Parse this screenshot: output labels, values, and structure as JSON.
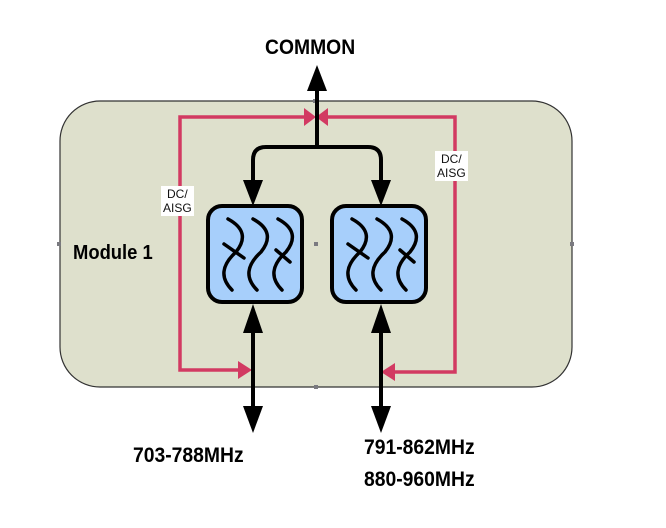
{
  "diagram": {
    "title_port": "COMMON",
    "module_label": "Module 1",
    "colors": {
      "module_fill": "#dee0cc",
      "module_border": "#333333",
      "filter_fill": "#a7cffb",
      "dc_path": "#d23a62",
      "signal_path": "#000000"
    },
    "dc_tags": [
      {
        "line1": "DC/",
        "line2": "AISG",
        "side": "left"
      },
      {
        "line1": "DC/",
        "line2": "AISG",
        "side": "right"
      }
    ],
    "filters": [
      {
        "name": "filter-1",
        "icon": "bandpass-filter-icon"
      },
      {
        "name": "filter-2",
        "icon": "bandpass-filter-icon"
      }
    ],
    "ports": {
      "left_band": "703-788MHz",
      "right_band_1": "791-862MHz",
      "right_band_2": "880-960MHz"
    }
  }
}
